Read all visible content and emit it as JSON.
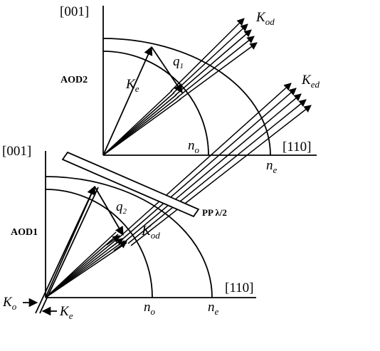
{
  "upper_panel": {
    "axis_vertical": "[001]",
    "axis_horizontal": "[110]",
    "device": "AOD2",
    "inner_circle": {
      "base": "n",
      "sub": "o"
    },
    "outer_circle": {
      "base": "n",
      "sub": "e"
    },
    "incident_vector": {
      "base": "K",
      "sub": "e"
    },
    "wave_vector": {
      "base": "q",
      "sub": "1"
    },
    "output_beams": {
      "base": "K",
      "sub": "od"
    },
    "second_beams": {
      "base": "K",
      "sub": "ed"
    }
  },
  "lower_panel": {
    "axis_vertical": "[001]",
    "axis_horizontal": "[110]",
    "device": "AOD1",
    "inner_circle": {
      "base": "n",
      "sub": "o"
    },
    "outer_circle": {
      "base": "n",
      "sub": "e"
    },
    "incident_o": {
      "base": "K",
      "sub": "o"
    },
    "incident_e": {
      "base": "K",
      "sub": "e"
    },
    "wave_vector": {
      "base": "q",
      "sub": "2"
    },
    "output_beams": {
      "base": "K",
      "sub": "od"
    }
  },
  "plate": {
    "label": "PP λ/2"
  }
}
